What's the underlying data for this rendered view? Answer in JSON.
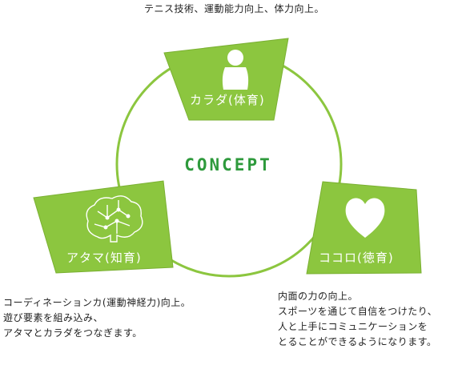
{
  "concept_title": "CONCEPT",
  "colors": {
    "accent_green": "#8cc63f",
    "ring_green": "#8cc63f",
    "title_green": "#2e9a3c"
  },
  "nodes": [
    {
      "id": "body",
      "label": "カラダ(体育)",
      "icon": "person-icon",
      "caption_lines": [
        "テニス技術、運動能力向上、体力向上。"
      ]
    },
    {
      "id": "mind",
      "label": "アタマ(知育)",
      "icon": "brain-icon",
      "caption_lines": [
        "コーディネーションカ(運動神経力)向上。",
        "遊び要素を組み込み、",
        "アタマとカラダをつなぎます。"
      ]
    },
    {
      "id": "heart",
      "label": "ココロ(徳育)",
      "icon": "heart-icon",
      "caption_lines": [
        "内面の力の向上。",
        "スポーツを通じて自信をつけたり、",
        "人と上手にコミュニケーションを",
        "とることができるようになります。"
      ]
    }
  ]
}
